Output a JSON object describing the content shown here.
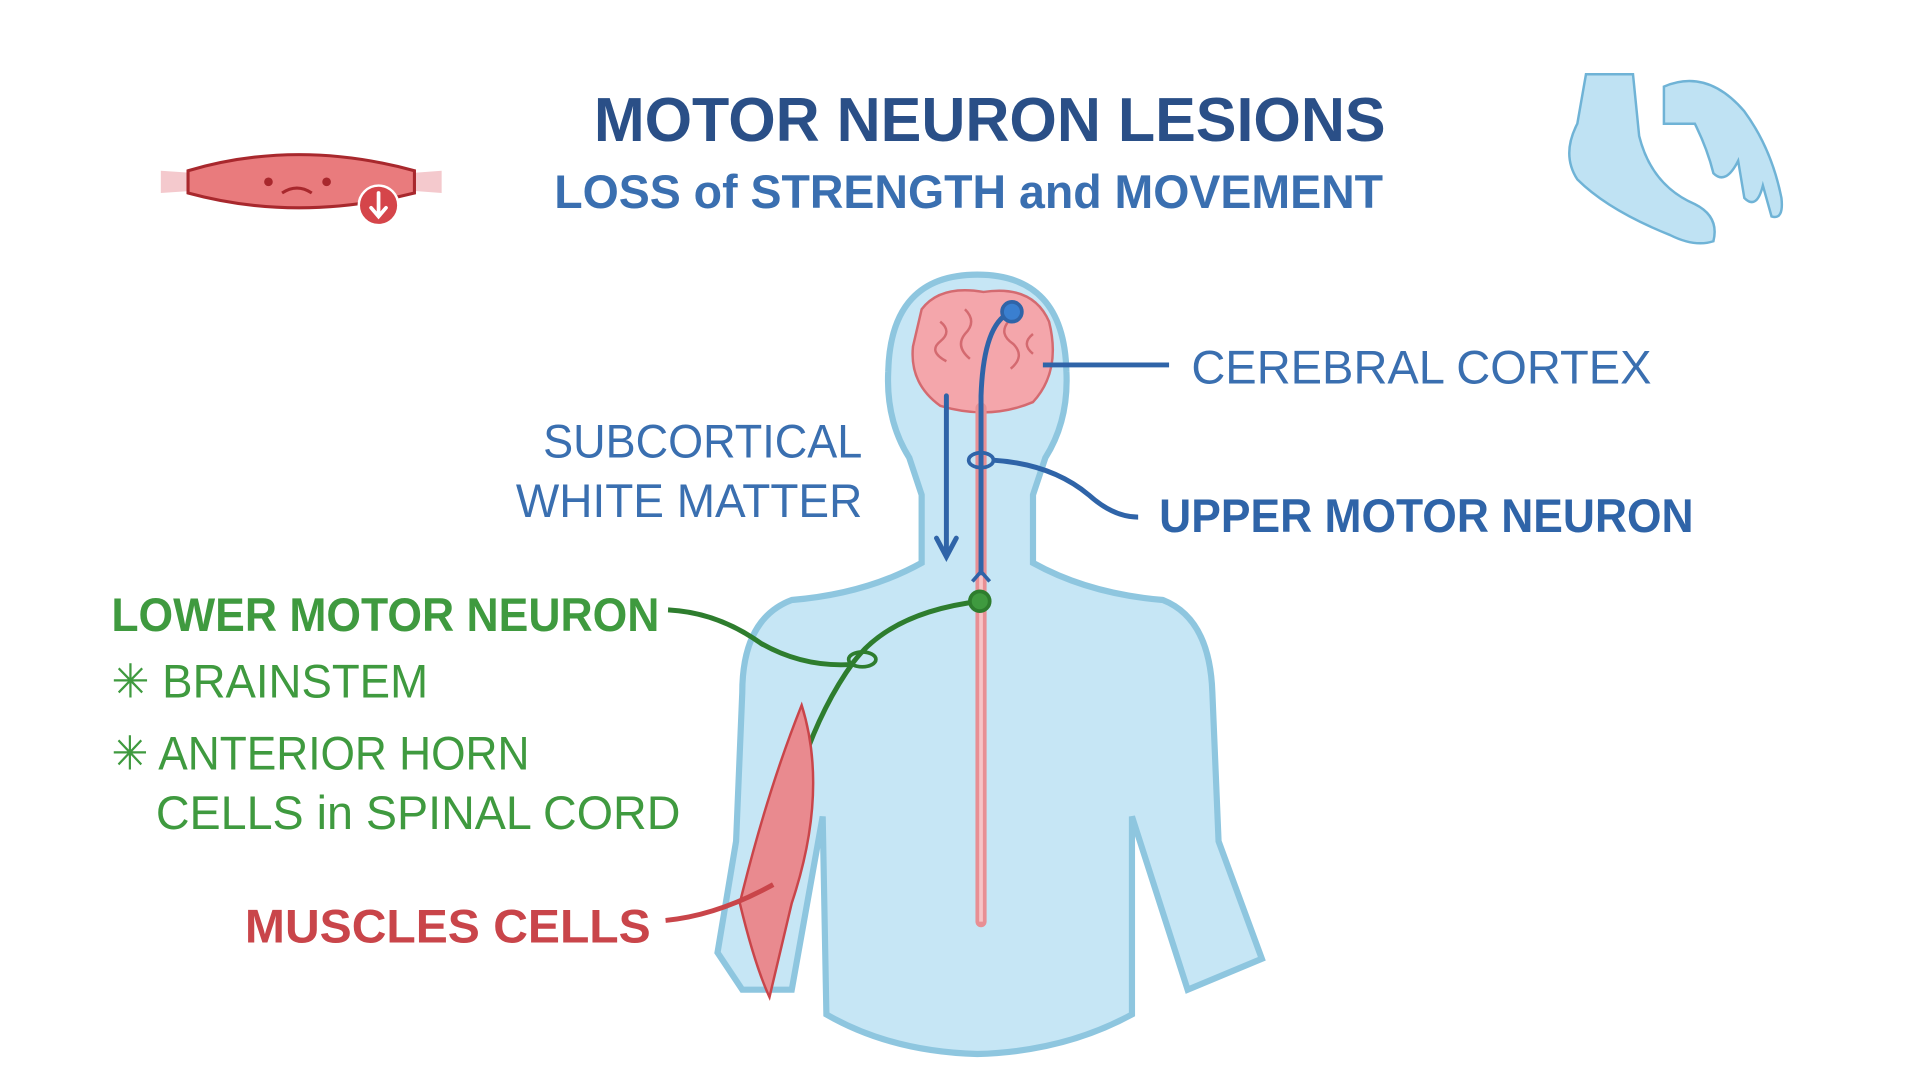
{
  "header": {
    "title": "MOTOR NEURON LESIONS",
    "subtitle": "LOSS of STRENGTH and MOVEMENT"
  },
  "labels": {
    "cerebral_cortex": "CEREBRAL CORTEX",
    "subcortical_line1": "SUBCORTICAL",
    "subcortical_line2": "WHITE MATTER",
    "upper_motor_neuron": "UPPER MOTOR NEURON",
    "lower_motor_neuron": "LOWER MOTOR NEURON",
    "brainstem": "✳ BRAINSTEM",
    "anterior_horn_line1": "✳ ANTERIOR HORN",
    "anterior_horn_line2": "CELLS in SPINAL CORD",
    "muscle_cells": "MUSCLES CELLS"
  },
  "icons": [
    "weak-muscle-icon",
    "down-arrow-icon",
    "foot-drop-hand-icon",
    "brain-icon"
  ],
  "colors": {
    "title": "#2a4f87",
    "blue": "#3a6fb0",
    "green": "#3f9a3f",
    "red": "#c9454a",
    "body_fill": "#c6e6f5",
    "body_stroke": "#8ec6df"
  }
}
